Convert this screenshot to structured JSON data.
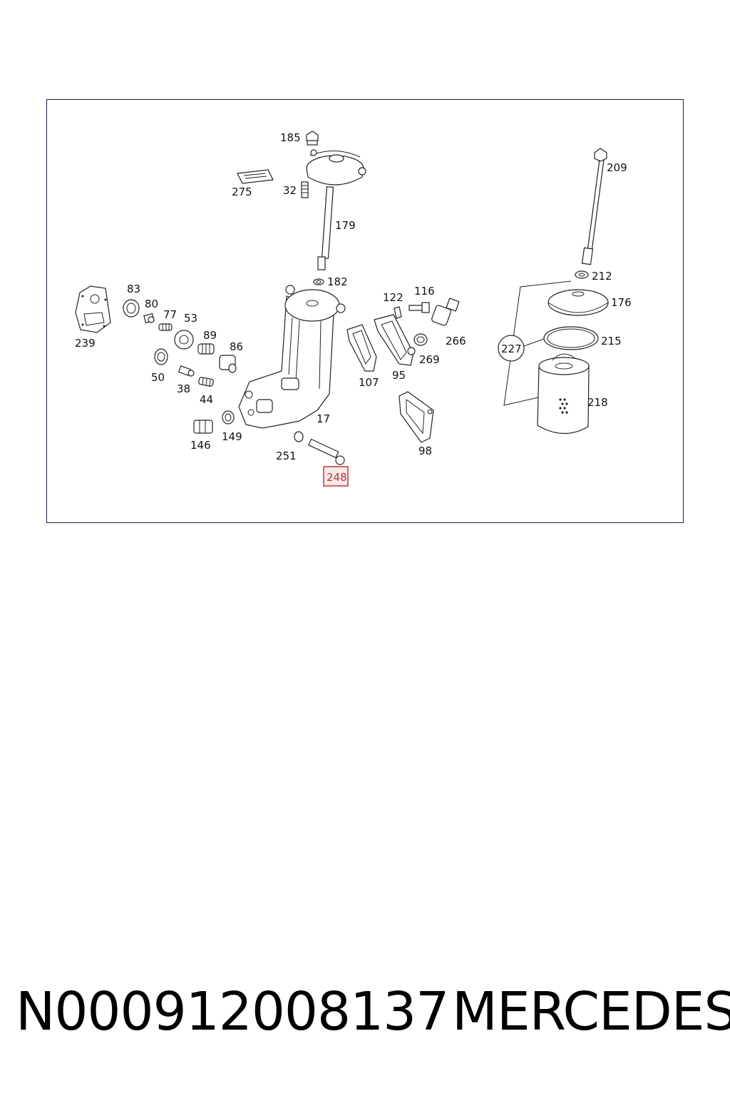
{
  "labels": {
    "l185": "185",
    "l209": "209",
    "l275": "275",
    "l32": "32",
    "l179": "179",
    "l182": "182",
    "l212": "212",
    "l83": "83",
    "l80": "80",
    "l77": "77",
    "l53": "53",
    "l239": "239",
    "l89": "89",
    "l86": "86",
    "l50": "50",
    "l38": "38",
    "l44": "44",
    "l122": "122",
    "l116": "116",
    "l266": "266",
    "l269": "269",
    "l95": "95",
    "l107": "107",
    "l176": "176",
    "l215": "215",
    "l227": "227",
    "l218": "218",
    "l17": "17",
    "l146": "146",
    "l149": "149",
    "l251": "251",
    "l98": "98",
    "l248": "248"
  },
  "caption": {
    "part_number": "N000912008137",
    "brand": "MERCEDES"
  },
  "colors": {
    "frame": "#1e1a4a",
    "highlight": "#d04040"
  }
}
